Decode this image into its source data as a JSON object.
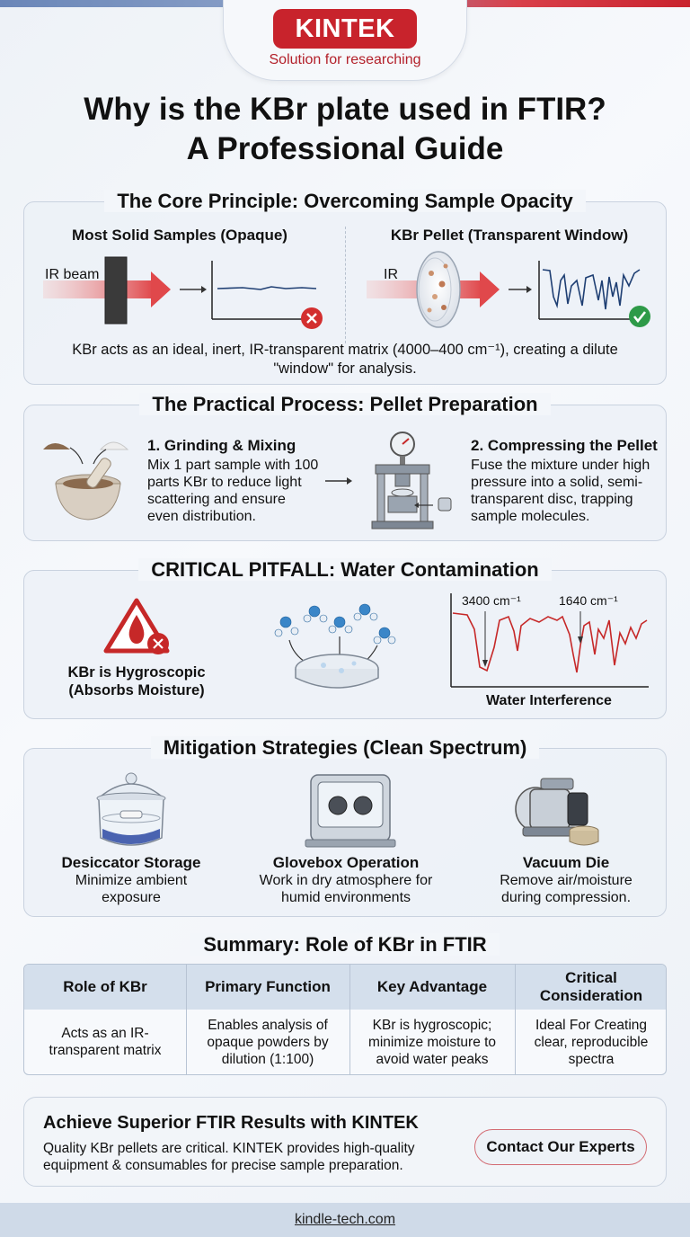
{
  "brand": {
    "name": "KINTEK",
    "tagline": "Solution for researching"
  },
  "title_line1": "Why is the KBr plate used in FTIR?",
  "title_line2": "A Professional Guide",
  "core": {
    "title": "The Core Principle: Overcoming Sample Opacity",
    "left_heading": "Most Solid Samples (Opaque)",
    "left_beam": "IR beam",
    "right_heading": "KBr Pellet (Transparent Window)",
    "right_beam": "IR",
    "caption_line1": "KBr acts as an ideal, inert, IR-transparent matrix (4000–400 cm⁻¹), creating a dilute",
    "caption_line2": "\"window\" for analysis."
  },
  "process": {
    "title": "The Practical Process: Pellet Preparation",
    "step1_title": "1. Grinding & Mixing",
    "step1_lines": [
      "Mix 1 part sample with 100",
      "parts KBr to reduce light",
      "scattering and ensure",
      "even distribution."
    ],
    "step2_title": "2. Compressing the Pellet",
    "step2_lines": [
      "Fuse the mixture under high",
      "pressure into a solid, semi-",
      "transparent disc, trapping",
      "sample molecules."
    ]
  },
  "pitfall": {
    "title": "CRITICAL PITFALL: Water Contamination",
    "label_line1": "KBr is Hygroscopic",
    "label_line2": "(Absorbs Moisture)",
    "peak1": "3400 cm⁻¹",
    "peak2": "1640 cm⁻¹",
    "chart_caption": "Water Interference"
  },
  "mitigation": {
    "title": "Mitigation Strategies (Clean Spectrum)",
    "items": [
      {
        "title": "Desiccator Storage",
        "line1": "Minimize ambient",
        "line2": "exposure"
      },
      {
        "title": "Glovebox Operation",
        "line1": "Work in dry atmosphere for",
        "line2": "humid environments"
      },
      {
        "title": "Vacuum Die",
        "line1": "Remove air/moisture",
        "line2": "during compression."
      }
    ]
  },
  "summary": {
    "title": "Summary: Role of KBr in FTIR",
    "headers": [
      "Role of KBr",
      "Primary Function",
      "Key Advantage",
      "Critical Consideration"
    ],
    "row": [
      "Acts as an IR-transparent matrix",
      "Enables analysis of opaque powders by dilution (1:100)",
      "KBr is hygroscopic; minimize moisture to avoid water peaks",
      "Ideal For Creating clear, reproducible spectra"
    ]
  },
  "cta": {
    "title": "Achieve Superior FTIR Results with KINTEK",
    "line1": "Quality KBr pellets are critical. KINTEK provides high-quality",
    "line2": "equipment & consumables for precise sample preparation.",
    "button": "Contact Our Experts"
  },
  "footer": {
    "url": "kindle-tech.com"
  },
  "colors": {
    "brand_red": "#c8232c",
    "panel_border": "#c9d2df",
    "spectrum_blue": "#1f3f73",
    "spectrum_red": "#c62828",
    "ok_green": "#2e9a48"
  }
}
